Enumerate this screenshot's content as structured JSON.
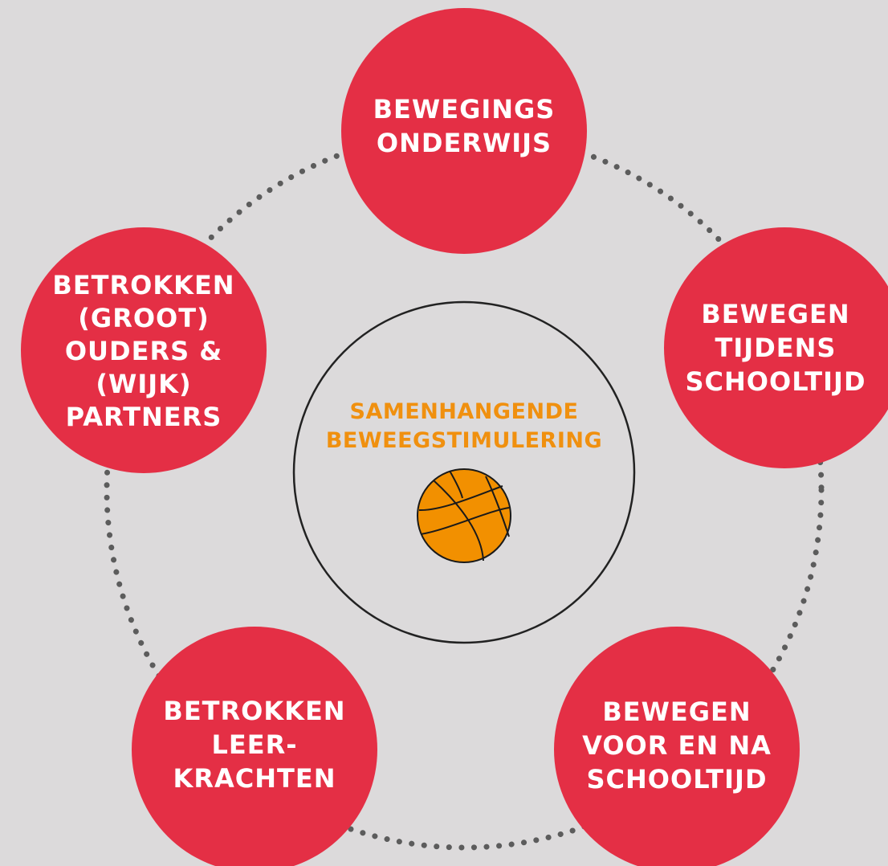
{
  "colors": {
    "background": "#dcdadb",
    "node_fill": "#e42f45",
    "node_text": "#ffffff",
    "center_title": "#f0900f",
    "ball_fill": "#f29000",
    "dots": "#5c5c5c",
    "center_ring": "#222222"
  },
  "center": {
    "title": "SAMENHANGENDE\nBEWEEGSTIMULERING",
    "icon": "basketball-icon"
  },
  "nodes": [
    {
      "key": "top",
      "label": "BEWEGINGS\nONDERWIJS"
    },
    {
      "key": "right",
      "label": "BEWEGEN\nTIJDENS\nSCHOOLTIJD"
    },
    {
      "key": "bottom-right",
      "label": "BEWEGEN\nVOOR EN NA\nSCHOOLTIJD"
    },
    {
      "key": "bottom-left",
      "label": "BETROKKEN\nLEER-\nKRACHTEN"
    },
    {
      "key": "left",
      "label": "BETROKKEN\n(GROOT)\nOUDERS &\n(WIJK)\nPARTNERS"
    }
  ]
}
